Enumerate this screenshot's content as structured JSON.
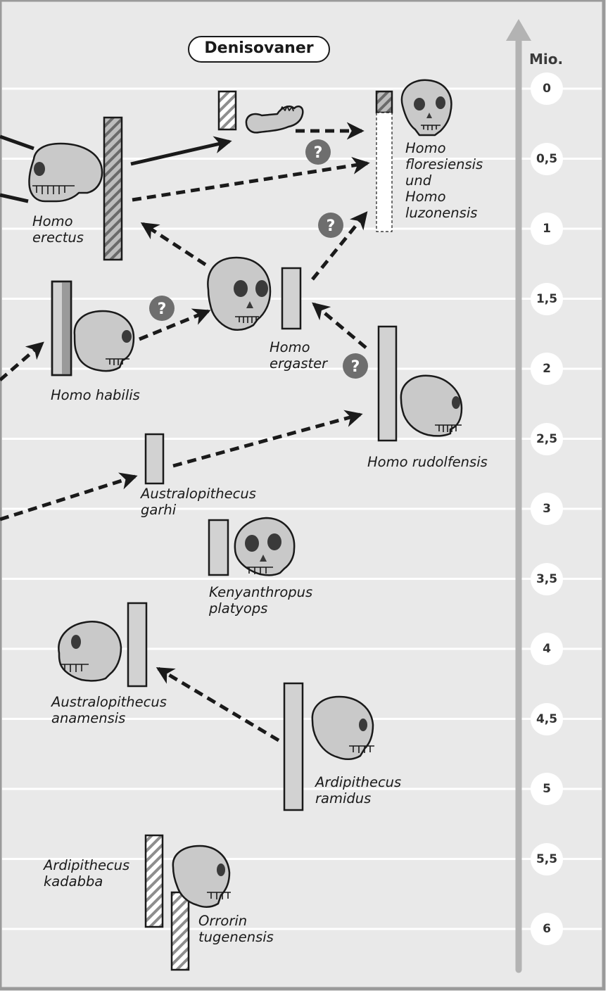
{
  "title": "Denisovaner",
  "axis": {
    "label": "Mio.",
    "ticks": [
      {
        "value": "0",
        "y": 0
      },
      {
        "value": "0,5",
        "y": 0.5
      },
      {
        "value": "1",
        "y": 1
      },
      {
        "value": "1,5",
        "y": 1.5
      },
      {
        "value": "2",
        "y": 2
      },
      {
        "value": "2,5",
        "y": 2.5
      },
      {
        "value": "3",
        "y": 3
      },
      {
        "value": "3,5",
        "y": 3.5
      },
      {
        "value": "4",
        "y": 4
      },
      {
        "value": "4,5",
        "y": 4.5
      },
      {
        "value": "5",
        "y": 5
      },
      {
        "value": "5,5",
        "y": 5.5
      },
      {
        "value": "6",
        "y": 6
      }
    ]
  },
  "species": {
    "homo_erectus": "Homo\nerectus",
    "homo_floresiensis": "Homo\nfloresiensis\nund\nHomo\nluzonensis",
    "homo_ergaster": "Homo\nergaster",
    "homo_habilis": "Homo habilis",
    "homo_rudolfensis": "Homo rudolfensis",
    "australopithecus_garhi": "Australopithecus\ngarhi",
    "kenyanthropus_platyops": "Kenyanthropus\nplatyops",
    "australopithecus_anamensis": "Australopithecus\nanamensis",
    "ardipithecus_ramidus": "Ardipithecus\nramidus",
    "ardipithecus_kadabba": "Ardipithecus\nkadabba",
    "orrorin_tugenensis": "Orrorin\ntugenensis"
  },
  "question_mark": "?",
  "colors": {
    "background": "#e9e9e9",
    "gridline": "#ffffff",
    "axis": "#b3b3b3",
    "bar_fill": "#d2d2d2",
    "skull": "#c9c9c9",
    "outline": "#1a1a1a",
    "badge": "#6e6e6e"
  }
}
